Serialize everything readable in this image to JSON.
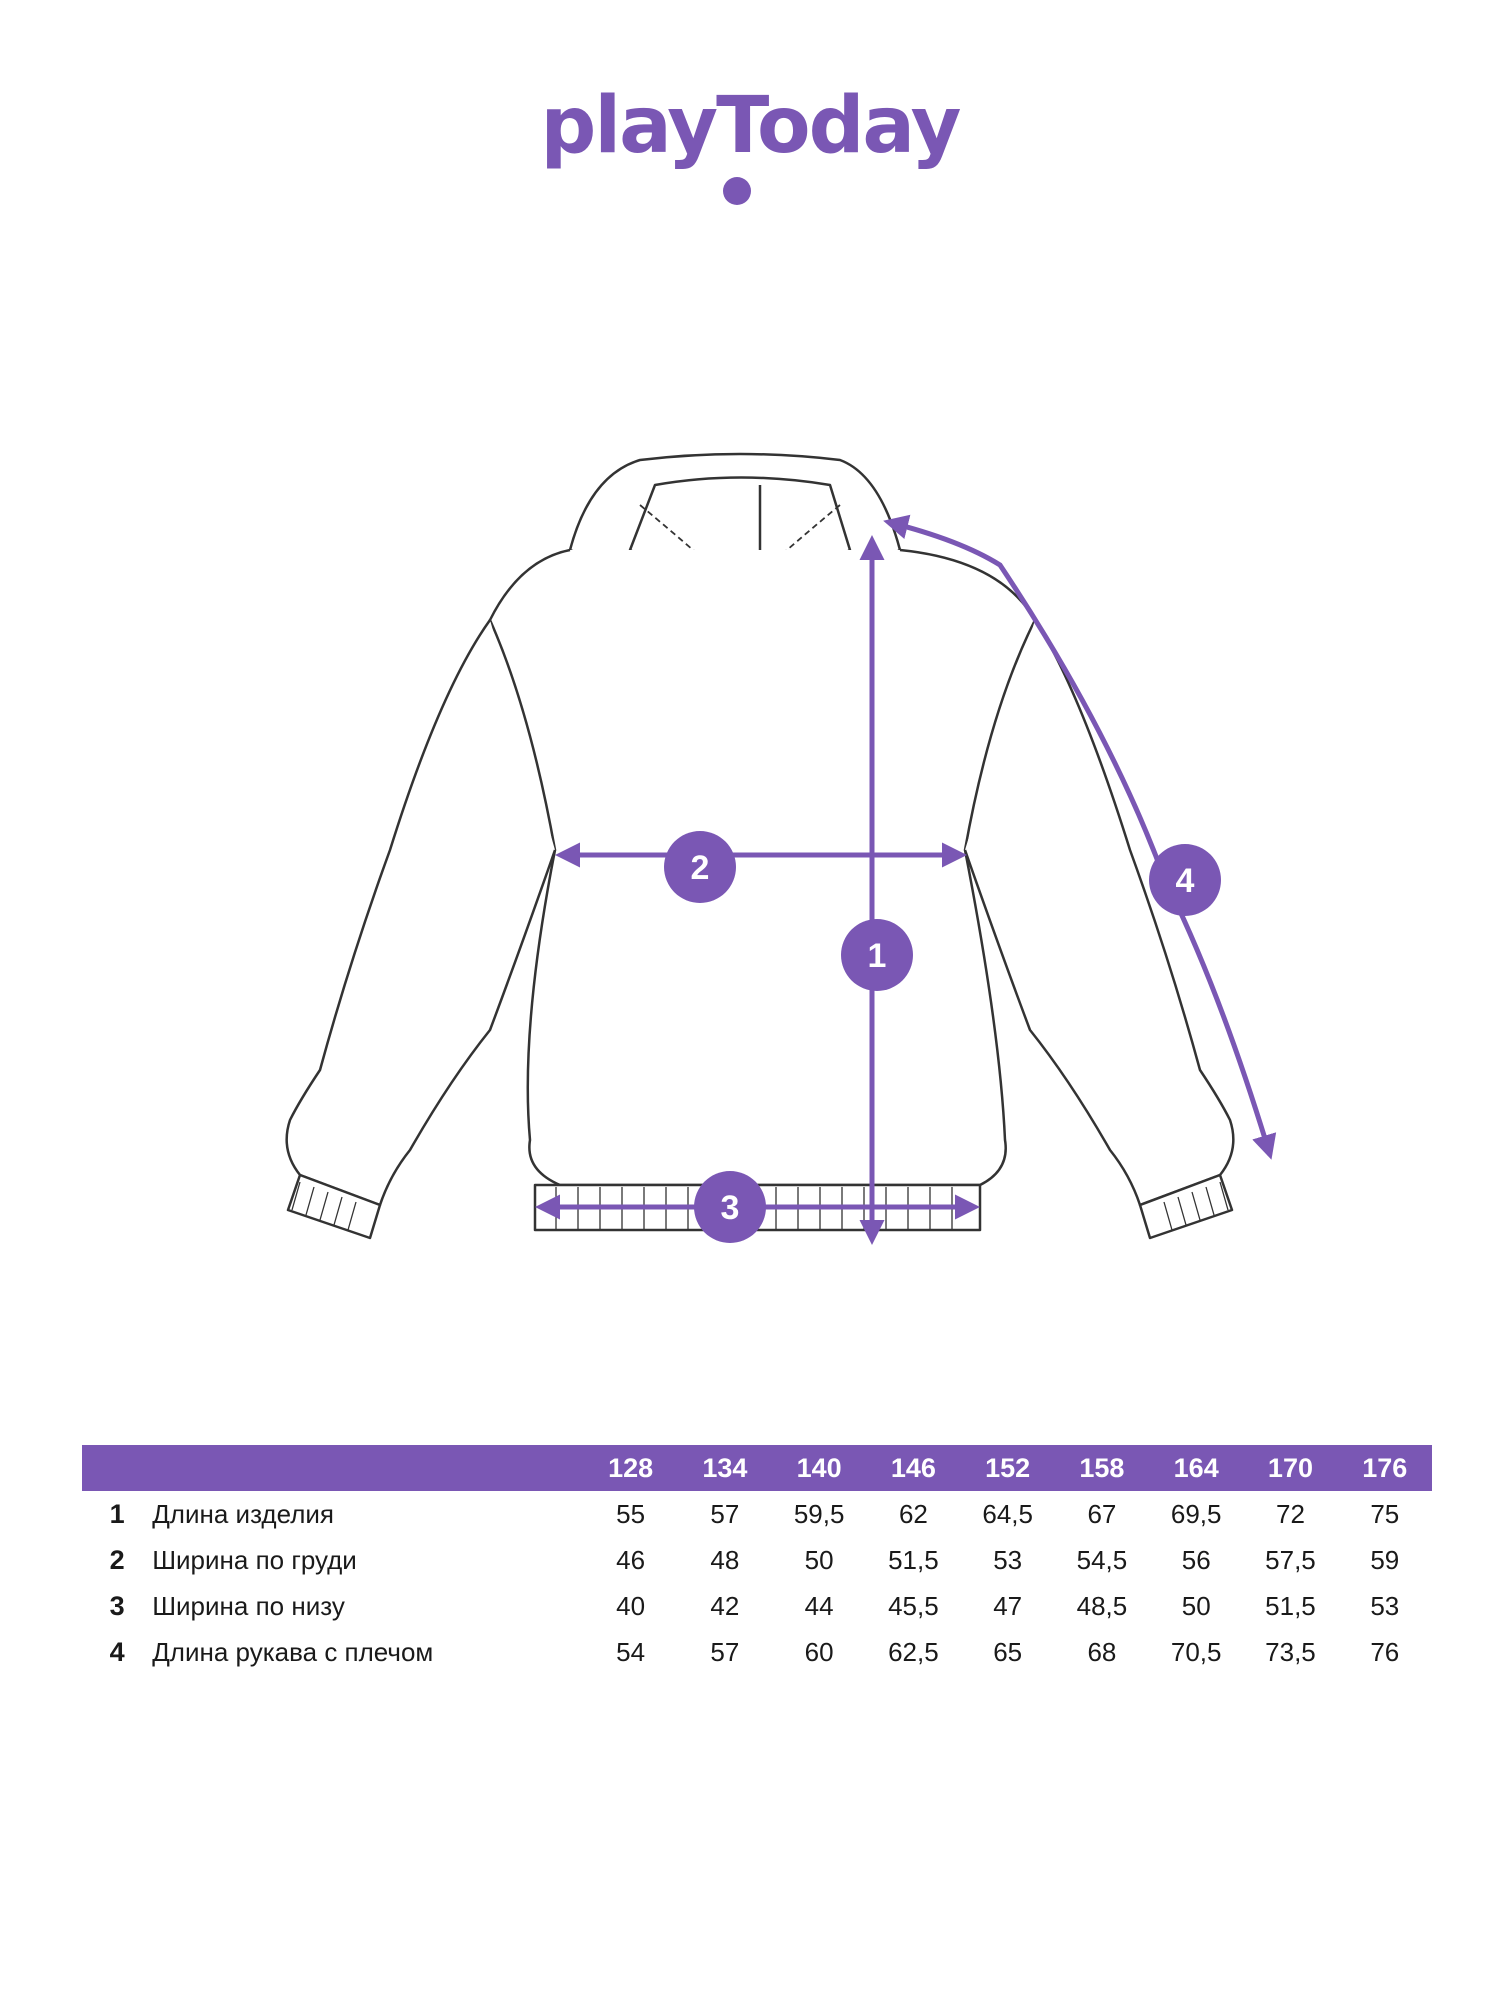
{
  "brand": {
    "logo_text": "playToday",
    "color": "#7a57b4"
  },
  "diagram": {
    "outline_color": "#333333",
    "accent_color": "#7a57b4",
    "markers": [
      {
        "id": "1",
        "label": "1"
      },
      {
        "id": "2",
        "label": "2"
      },
      {
        "id": "3",
        "label": "3"
      },
      {
        "id": "4",
        "label": "4"
      }
    ]
  },
  "table": {
    "header_color": "#7a57b4",
    "sizes": [
      "128",
      "134",
      "140",
      "146",
      "152",
      "158",
      "164",
      "170",
      "176"
    ],
    "rows": [
      {
        "num": "1",
        "label": "Длина изделия",
        "values": [
          "55",
          "57",
          "59,5",
          "62",
          "64,5",
          "67",
          "69,5",
          "72",
          "75"
        ]
      },
      {
        "num": "2",
        "label": "Ширина по груди",
        "values": [
          "46",
          "48",
          "50",
          "51,5",
          "53",
          "54,5",
          "56",
          "57,5",
          "59"
        ]
      },
      {
        "num": "3",
        "label": "Ширина по низу",
        "values": [
          "40",
          "42",
          "44",
          "45,5",
          "47",
          "48,5",
          "50",
          "51,5",
          "53"
        ]
      },
      {
        "num": "4",
        "label": "Длина рукава с плечом",
        "values": [
          "54",
          "57",
          "60",
          "62,5",
          "65",
          "68",
          "70,5",
          "73,5",
          "76"
        ]
      }
    ]
  }
}
